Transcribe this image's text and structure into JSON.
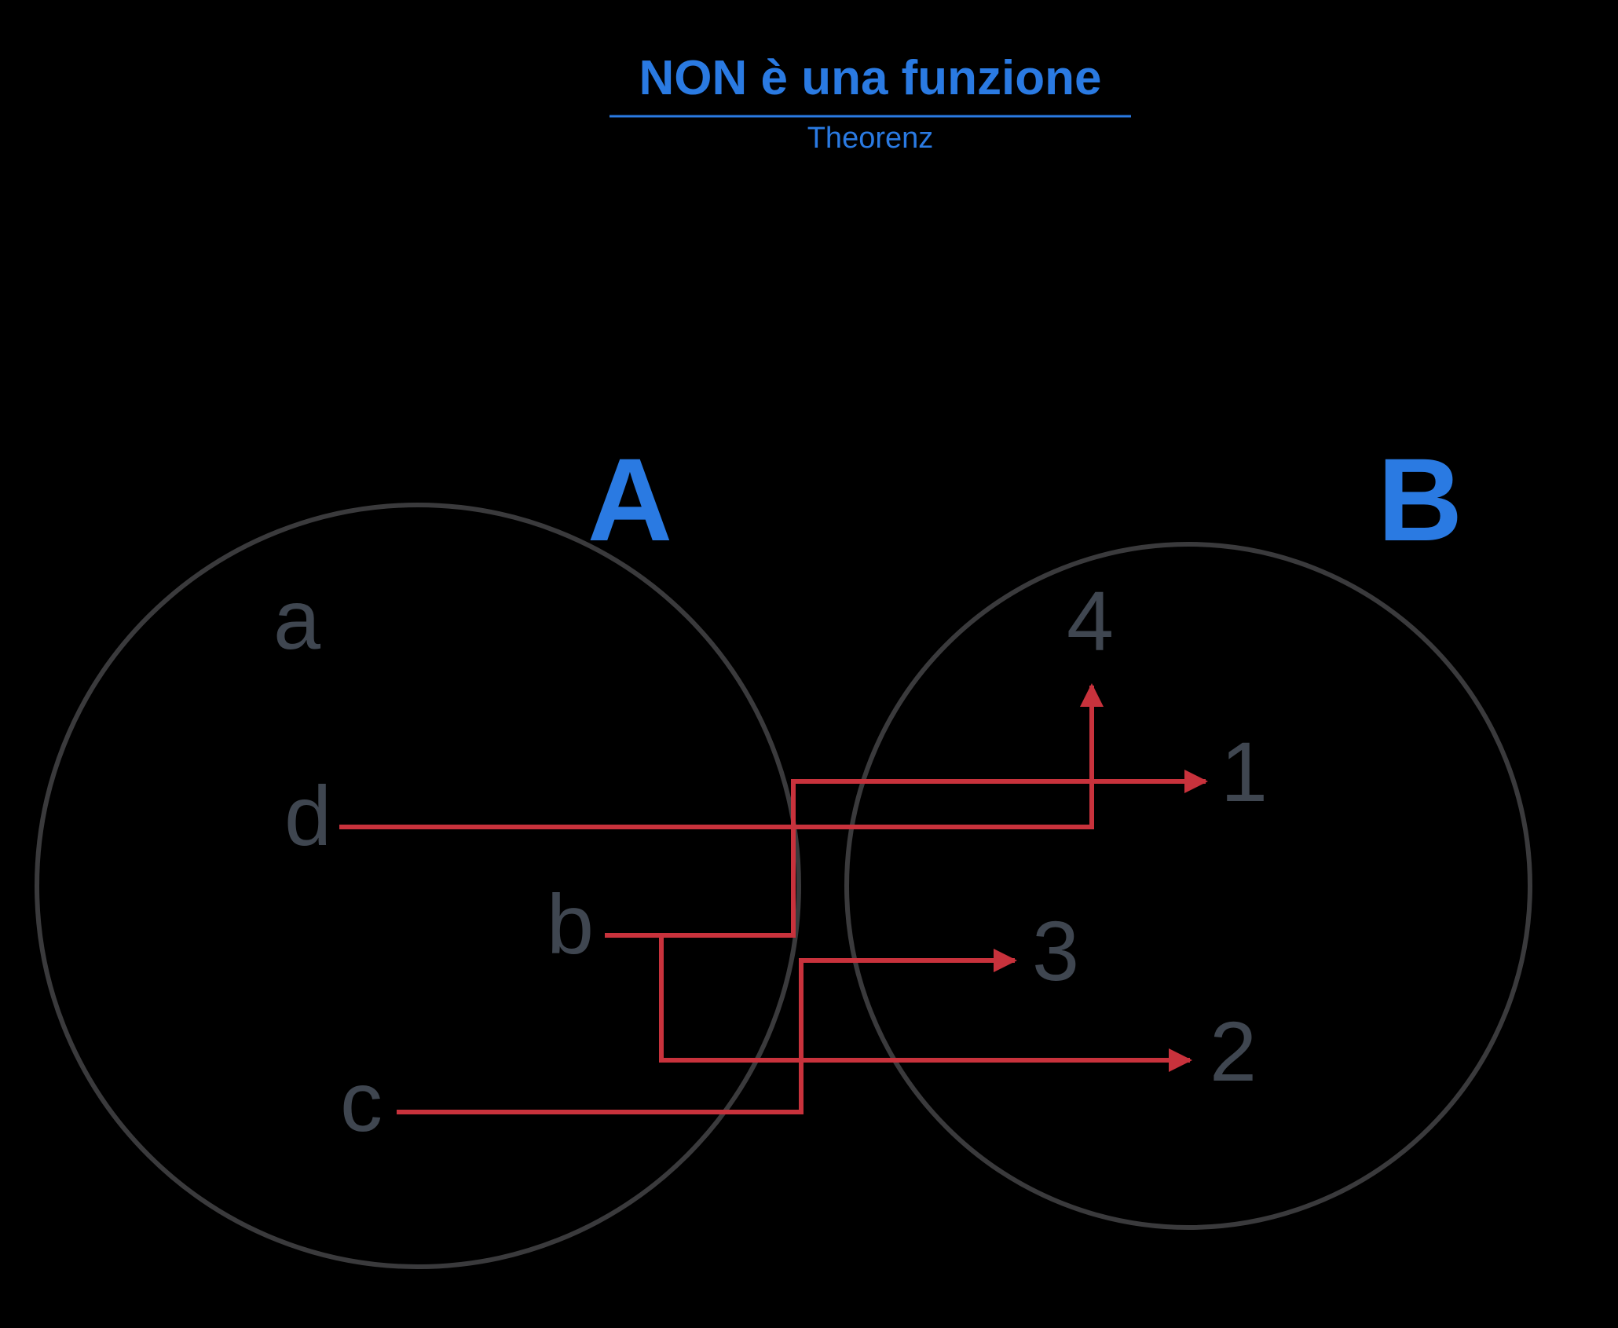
{
  "title": "NON è una funzione",
  "subtitle": "Theorenz",
  "colors": {
    "background": "#000000",
    "accent": "#2a7ae2",
    "circle": "#3a3a3c",
    "element": "#3f4650",
    "arrow": "#c8323c"
  },
  "sets": {
    "A": {
      "label": "A",
      "elements": [
        "a",
        "d",
        "b",
        "c"
      ]
    },
    "B": {
      "label": "B",
      "elements": [
        "4",
        "1",
        "3",
        "2"
      ]
    }
  },
  "mappings": [
    {
      "from": "d",
      "to": "4"
    },
    {
      "from": "b",
      "to": "1"
    },
    {
      "from": "b",
      "to": "2"
    },
    {
      "from": "c",
      "to": "3"
    }
  ]
}
